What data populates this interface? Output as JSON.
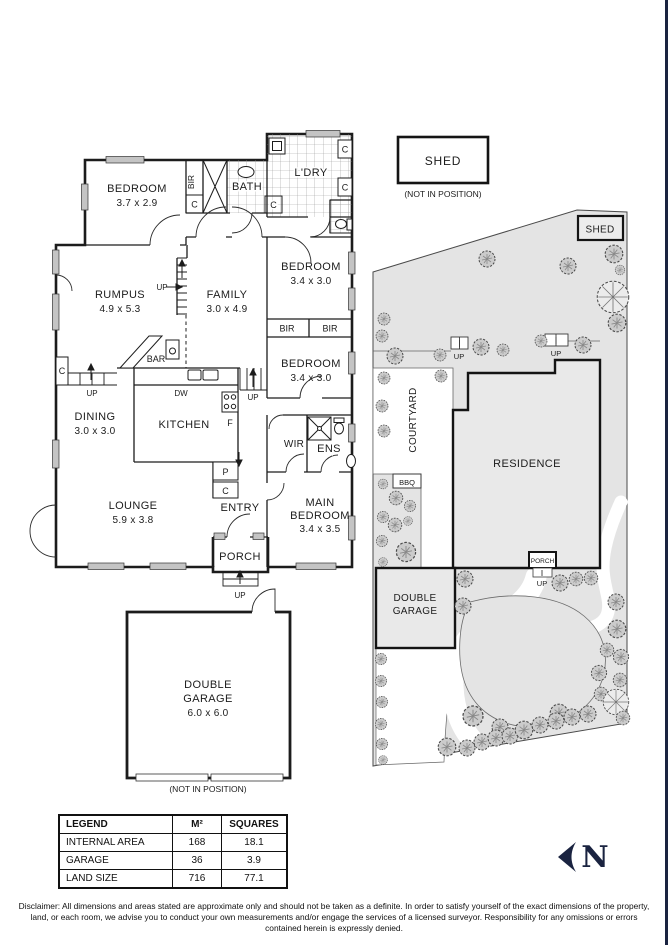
{
  "colors": {
    "navy": "#1a2340",
    "wall": "#1c1c1c",
    "site_fill": "#e4e4e4",
    "residence_fill": "#e9e9e9",
    "tree_fill": "#cbcbcb",
    "window_fill": "#c4c4c4"
  },
  "labels": {
    "up": "UP",
    "c": "C",
    "bir": "BIR",
    "shed": "SHED",
    "not_in_position": "(NOT IN POSITION)",
    "porch": "PORCH",
    "double": "DOUBLE",
    "garage": "GARAGE"
  },
  "floor_plan": {
    "bedroom_nw": {
      "name": "BEDROOM",
      "dims": "3.7 x 2.9"
    },
    "bath": "BATH",
    "ldry": "L'DRY",
    "rumpus": {
      "name": "RUMPUS",
      "dims": "4.9 x 5.3"
    },
    "family": {
      "name": "FAMILY",
      "dims": "3.0 x 4.9"
    },
    "bedroom_e1": {
      "name": "BEDROOM",
      "dims": "3.4 x 3.0"
    },
    "bedroom_e2": {
      "name": "BEDROOM",
      "dims": "3.4 x 3.0"
    },
    "bar": "BAR",
    "dw": "DW",
    "f": "F",
    "p": "P",
    "dining": {
      "name": "DINING",
      "dims": "3.0 x 3.0"
    },
    "kitchen": "KITCHEN",
    "wir": "WIR",
    "ens": "ENS",
    "lounge": {
      "name": "LOUNGE",
      "dims": "5.9 x 3.8"
    },
    "entry": "ENTRY",
    "main_bedroom": {
      "line1": "MAIN",
      "line2": "BEDROOM",
      "dims": "3.4 x 3.5"
    },
    "garage_dims": "6.0 x 6.0"
  },
  "site_plan": {
    "courtyard": "COURTYARD",
    "residence": "RESIDENCE",
    "bbq": "BBQ"
  },
  "legend": {
    "headers": [
      "LEGEND",
      "M²",
      "SQUARES"
    ],
    "rows": [
      [
        "INTERNAL AREA",
        "168",
        "18.1"
      ],
      [
        "GARAGE",
        "36",
        "3.9"
      ],
      [
        "LAND SIZE",
        "716",
        "77.1"
      ]
    ]
  },
  "compass": {
    "north": "N"
  },
  "disclaimer": "Disclaimer: All dimensions and areas stated are approximate only and should not be taken as a definite. In order to satisfy yourself of the exact dimensions of the property, land, or each room, we advise you to conduct your own measurements and/or engage the services of a licensed surveyor. Responsibility for any omissions or errors contained herein is expressly denied."
}
